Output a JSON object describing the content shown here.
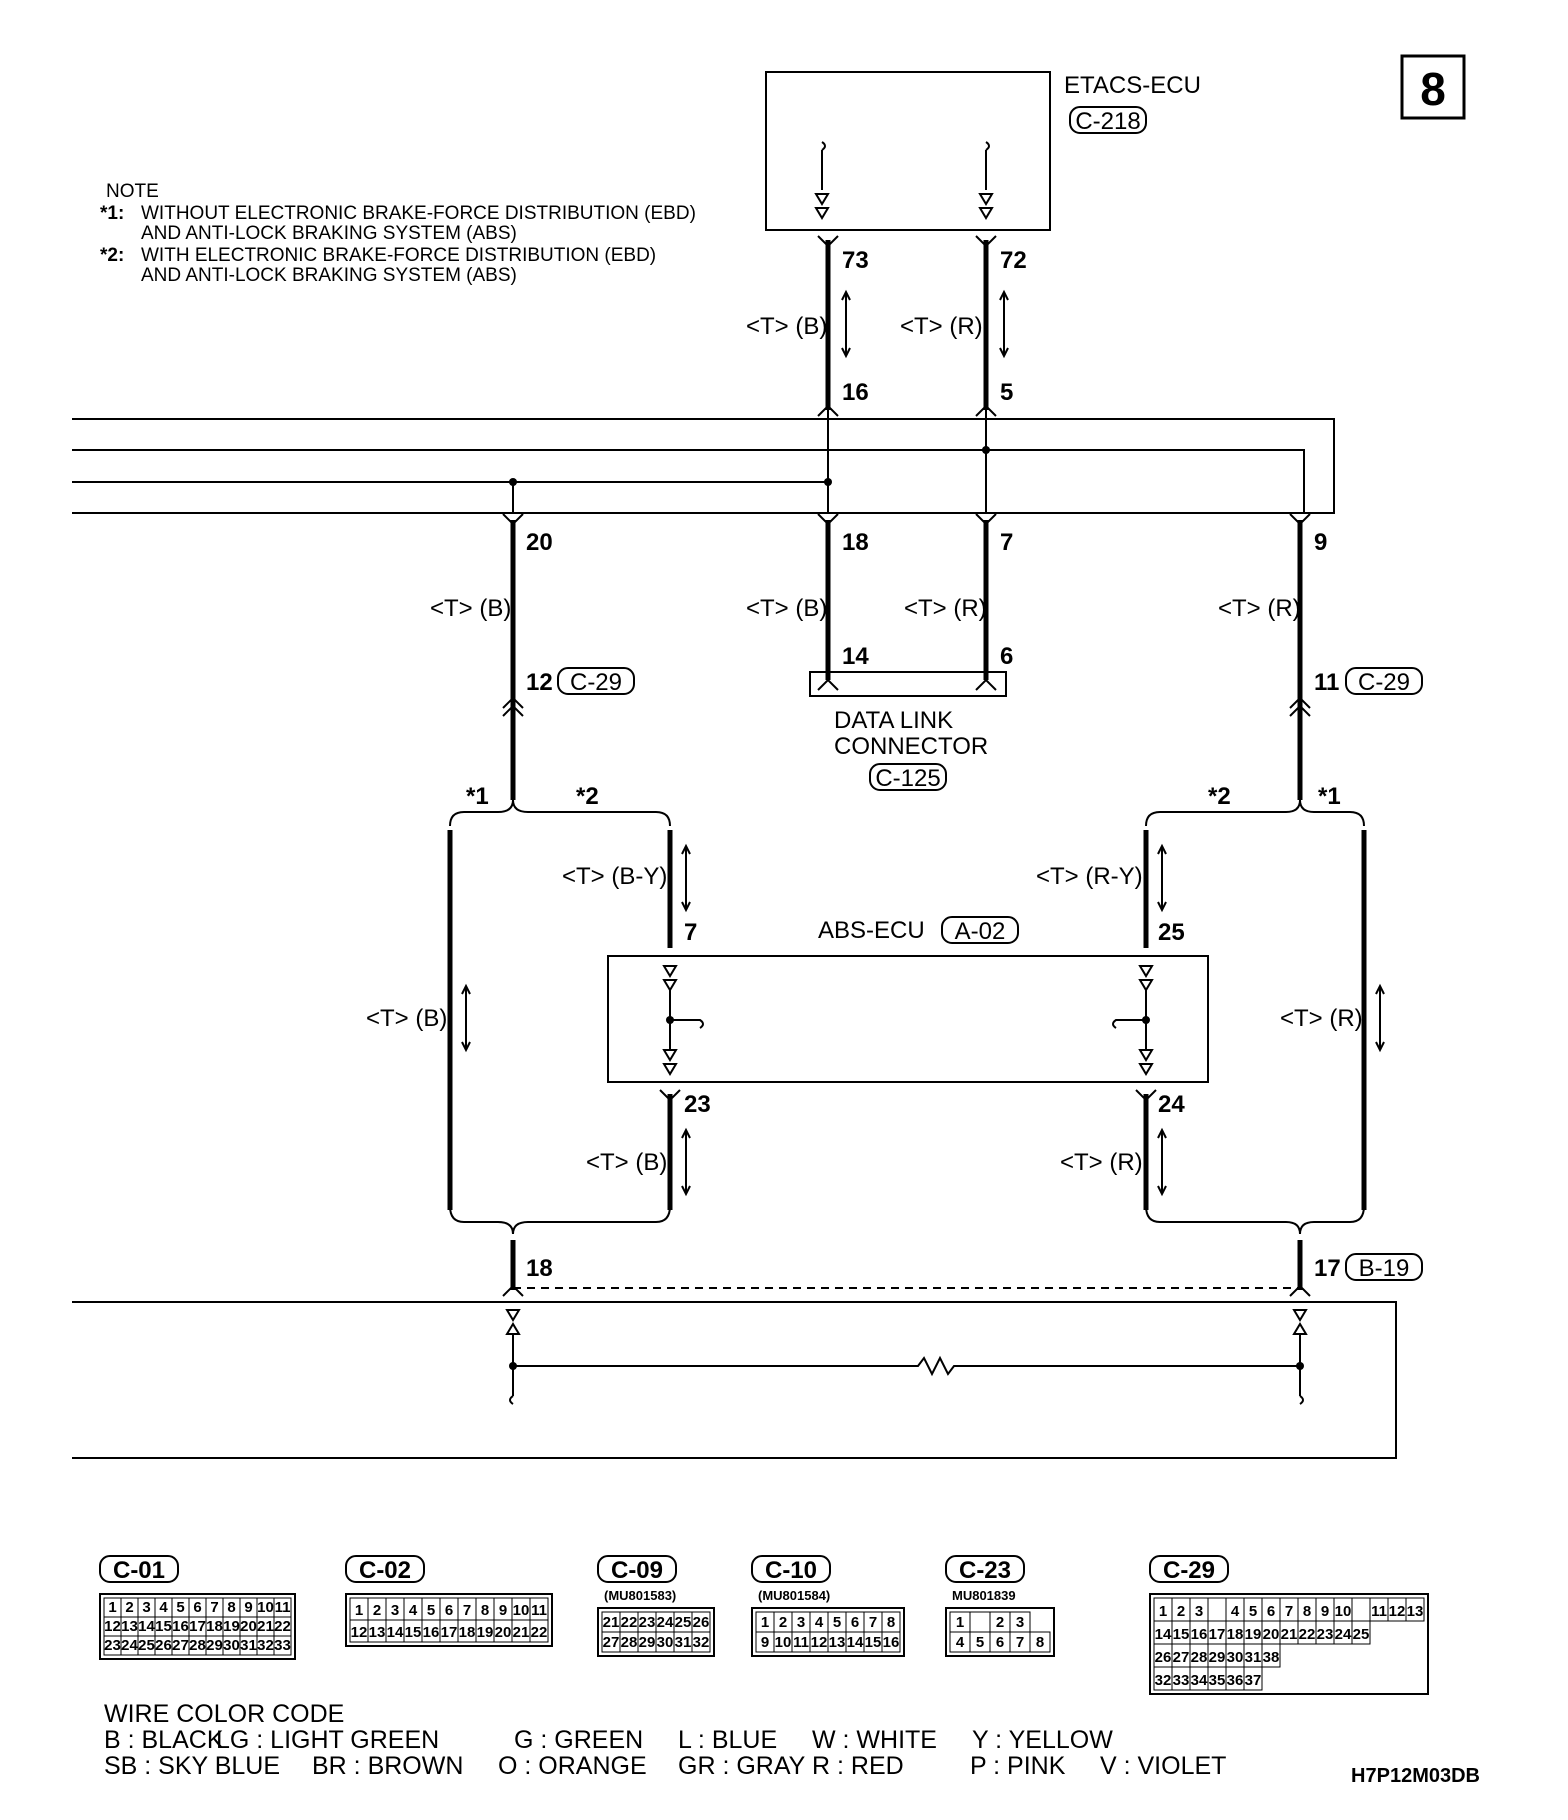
{
  "page_number": "8",
  "notes": {
    "title": "NOTE",
    "n1_mark": "*1:",
    "n1_line1": "WITHOUT ELECTRONIC BRAKE-FORCE DISTRIBUTION (EBD)",
    "n1_line2": "AND ANTI-LOCK BRAKING SYSTEM (ABS)",
    "n2_mark": "*2:",
    "n2_line1": "WITH ELECTRONIC BRAKE-FORCE DISTRIBUTION (EBD)",
    "n2_line2": "AND ANTI-LOCK BRAKING SYSTEM (ABS)"
  },
  "etacs": {
    "name": "ETACS-ECU",
    "connector": "C-218",
    "pin_left": "73",
    "pin_right": "72"
  },
  "upper_wires": {
    "left_label": "<T> (B)",
    "right_label": "<T> (R)",
    "pin_left": "16",
    "pin_right": "5"
  },
  "junction_pins": {
    "p20": "20",
    "p18": "18",
    "p7": "7",
    "p9": "9"
  },
  "mid_wires": {
    "l20": "<T> (B)",
    "l18": "<T> (B)",
    "l7": "<T> (R)",
    "l9": "<T> (R)"
  },
  "dlc": {
    "name_line1": "DATA LINK",
    "name_line2": "CONNECTOR",
    "connector": "C-125",
    "pin_left": "14",
    "pin_right": "6"
  },
  "c29_left": {
    "pin": "12",
    "connector": "C-29"
  },
  "c29_right": {
    "pin": "11",
    "connector": "C-29"
  },
  "star_marks": {
    "s1": "*1",
    "s2": "*2"
  },
  "abs": {
    "name": "ABS-ECU",
    "connector": "A-02",
    "pin_tl": "7",
    "pin_tr": "25",
    "pin_bl": "23",
    "pin_br": "24",
    "label_tl": "<T> (B-Y)",
    "label_tr": "<T> (R-Y)",
    "label_bl": "<T> (B)",
    "label_br": "<T> (R)",
    "label_left_bypass": "<T> (B)",
    "label_right_bypass": "<T> (R)"
  },
  "bottom": {
    "pin_left": "18",
    "pin_right": "17",
    "connector": "B-19"
  },
  "connectors": [
    {
      "code": "C-01",
      "part": "",
      "rows": [
        [
          "1",
          "2",
          "3",
          "4",
          "5",
          "6",
          "7",
          "8",
          "9",
          "10",
          "11"
        ],
        [
          "12",
          "13",
          "14",
          "15",
          "16",
          "17",
          "18",
          "19",
          "20",
          "21",
          "22"
        ],
        [
          "23",
          "24",
          "25",
          "26",
          "27",
          "28",
          "29",
          "30",
          "31",
          "32",
          "33"
        ]
      ]
    },
    {
      "code": "C-02",
      "part": "",
      "rows": [
        [
          "1",
          "2",
          "3",
          "4",
          "5",
          "6",
          "7",
          "8",
          "9",
          "10",
          "11"
        ],
        [
          "12",
          "13",
          "14",
          "15",
          "16",
          "17",
          "18",
          "19",
          "20",
          "21",
          "22"
        ]
      ]
    },
    {
      "code": "C-09",
      "part": "(MU801583)",
      "rows": [
        [
          "21",
          "22",
          "23",
          "24",
          "25",
          "26"
        ],
        [
          "27",
          "28",
          "29",
          "30",
          "31",
          "32"
        ]
      ]
    },
    {
      "code": "C-10",
      "part": "(MU801584)",
      "rows": [
        [
          "1",
          "2",
          "3",
          "4",
          "5",
          "6",
          "7",
          "8"
        ],
        [
          "9",
          "10",
          "11",
          "12",
          "13",
          "14",
          "15",
          "16"
        ]
      ]
    },
    {
      "code": "C-23",
      "part": "MU801839",
      "rows": [
        [
          "1",
          "",
          "2",
          "3"
        ],
        [
          "4",
          "5",
          "6",
          "7",
          "8"
        ]
      ]
    },
    {
      "code": "C-29",
      "part": "",
      "rows": [
        [
          "1",
          "2",
          "3",
          "",
          "4",
          "5",
          "6",
          "7",
          "8",
          "9",
          "10",
          "",
          "11",
          "12",
          "13"
        ],
        [
          "14",
          "15",
          "16",
          "17",
          "18",
          "19",
          "20",
          "21",
          "22",
          "23",
          "24",
          "25"
        ],
        [
          "26",
          "27",
          "28",
          "29",
          "30",
          "31",
          "38"
        ],
        [
          "32",
          "33",
          "34",
          "35",
          "36",
          "37"
        ]
      ]
    }
  ],
  "wire_color_code": {
    "title": "WIRE COLOR CODE",
    "line1": [
      "B : BLACK",
      "LG : LIGHT GREEN",
      "G : GREEN",
      "L : BLUE",
      "W : WHITE",
      "Y : YELLOW"
    ],
    "line2": [
      "SB : SKY BLUE",
      "BR : BROWN",
      "O : ORANGE",
      "GR : GRAY",
      "R : RED",
      "P : PINK",
      "V : VIOLET"
    ]
  },
  "figure_code": "H7P12M03DB"
}
